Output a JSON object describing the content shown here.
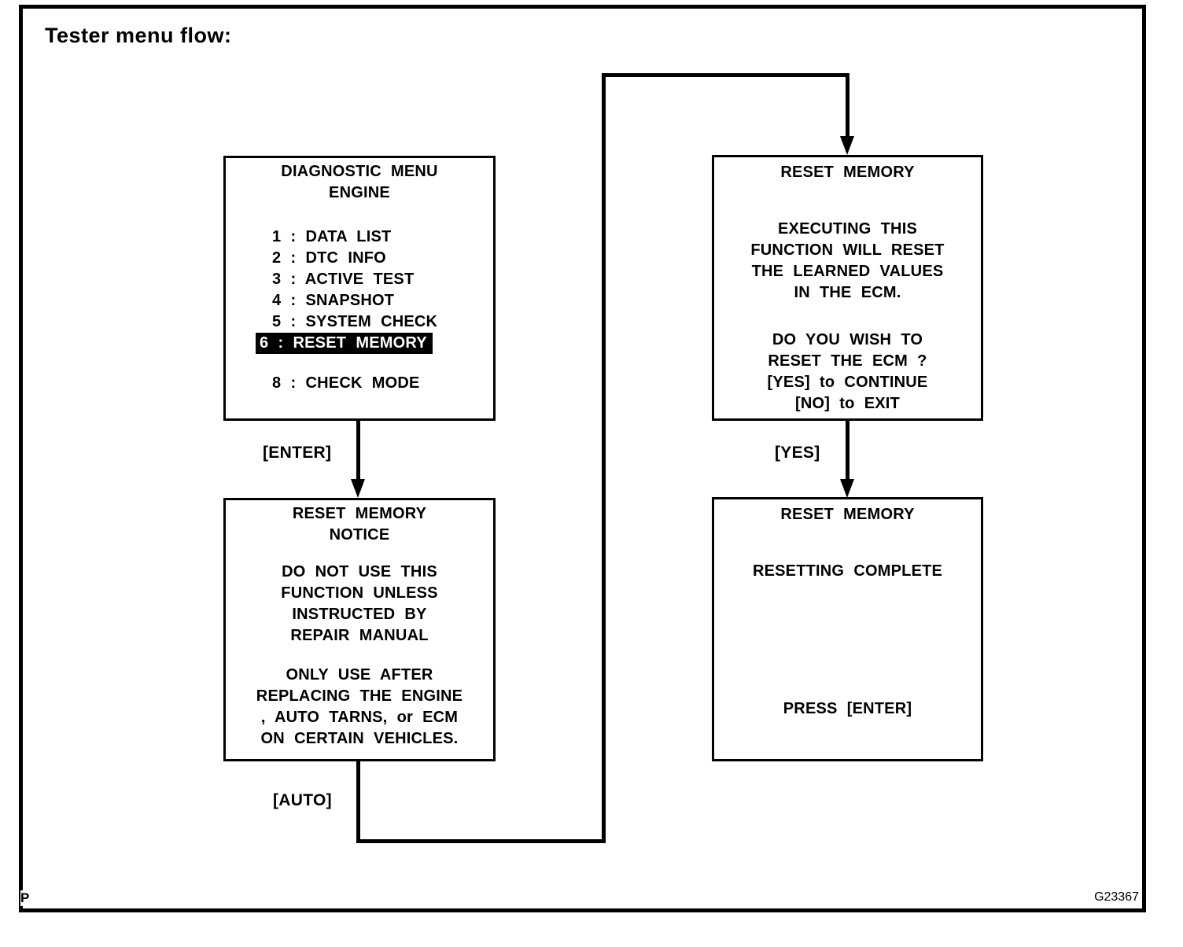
{
  "title": "Tester menu flow:",
  "figure_id": "G23367",
  "page_marker": "P",
  "colors": {
    "ink": "#000000",
    "background": "#ffffff",
    "highlight_bg": "#000000",
    "highlight_text": "#ffffff"
  },
  "boxes": {
    "diagnostic_menu": {
      "title_line1": "DIAGNOSTIC MENU",
      "title_line2": "ENGINE",
      "items": [
        {
          "label": "1 : DATA LIST",
          "highlighted": false
        },
        {
          "label": "2 : DTC INFO",
          "highlighted": false
        },
        {
          "label": "3 : ACTIVE TEST",
          "highlighted": false
        },
        {
          "label": "4 : SNAPSHOT",
          "highlighted": false
        },
        {
          "label": "5 : SYSTEM CHECK",
          "highlighted": false
        },
        {
          "label": "6 : RESET MEMORY",
          "highlighted": true
        },
        {
          "label": "8 : CHECK MODE",
          "highlighted": false
        }
      ]
    },
    "reset_confirm": {
      "title": "RESET MEMORY",
      "body1": [
        "EXECUTING THIS",
        "FUNCTION WILL RESET",
        "THE LEARNED VALUES",
        "IN THE ECM."
      ],
      "body2": [
        "DO YOU WISH TO",
        "RESET THE ECM ?",
        "[YES] to CONTINUE",
        "[NO] to EXIT"
      ]
    },
    "reset_notice": {
      "title_line1": "RESET MEMORY",
      "title_line2": "NOTICE",
      "body1": [
        "DO NOT USE THIS",
        "FUNCTION UNLESS",
        "INSTRUCTED BY",
        "REPAIR MANUAL"
      ],
      "body2": [
        "ONLY USE AFTER",
        "REPLACING THE ENGINE",
        ", AUTO TARNS, or ECM",
        "ON CERTAIN VEHICLES."
      ]
    },
    "reset_complete": {
      "title": "RESET MEMORY",
      "status": "RESETTING COMPLETE",
      "prompt": "PRESS [ENTER]"
    }
  },
  "arrows": {
    "enter_label": "[ENTER]",
    "yes_label": "[YES]",
    "auto_label": "[AUTO]"
  }
}
